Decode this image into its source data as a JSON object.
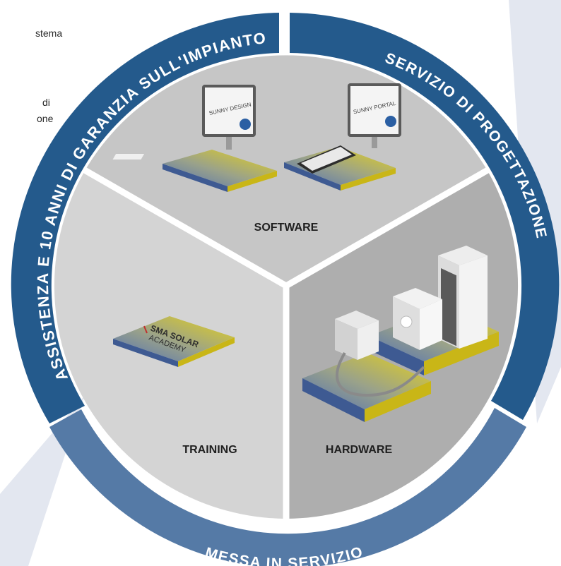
{
  "colors": {
    "outer_ring_dark": "#245a8c",
    "outer_ring_mid": "#557aa6",
    "software_sector": "#c6c6c6",
    "hardware_sector": "#aeaeae",
    "training_sector": "#d4d4d4",
    "divider": "#ffffff",
    "background_wedge": "#e3e7f0",
    "platform_blue": "#4f6fb4",
    "platform_yellow": "#e8d31a"
  },
  "cut_text": {
    "line1": "stema",
    "line2": "di",
    "line3": "one"
  },
  "ring": {
    "top_left": "ASSISTENZA E 10 ANNI DI GARANZIA SULL'IMPIANTO",
    "right": "SERVIZIO DI PROGETTAZIONE",
    "bottom": "MESSA IN SERVIZIO"
  },
  "sectors": {
    "software": "SOFTWARE",
    "hardware": "HARDWARE",
    "training": "TRAINING"
  },
  "screens": {
    "left": "SUNNY DESIGN",
    "right": "SUNNY PORTAL"
  },
  "academy": {
    "line1": "SMA SOLAR",
    "line2": "ACADEMY"
  }
}
